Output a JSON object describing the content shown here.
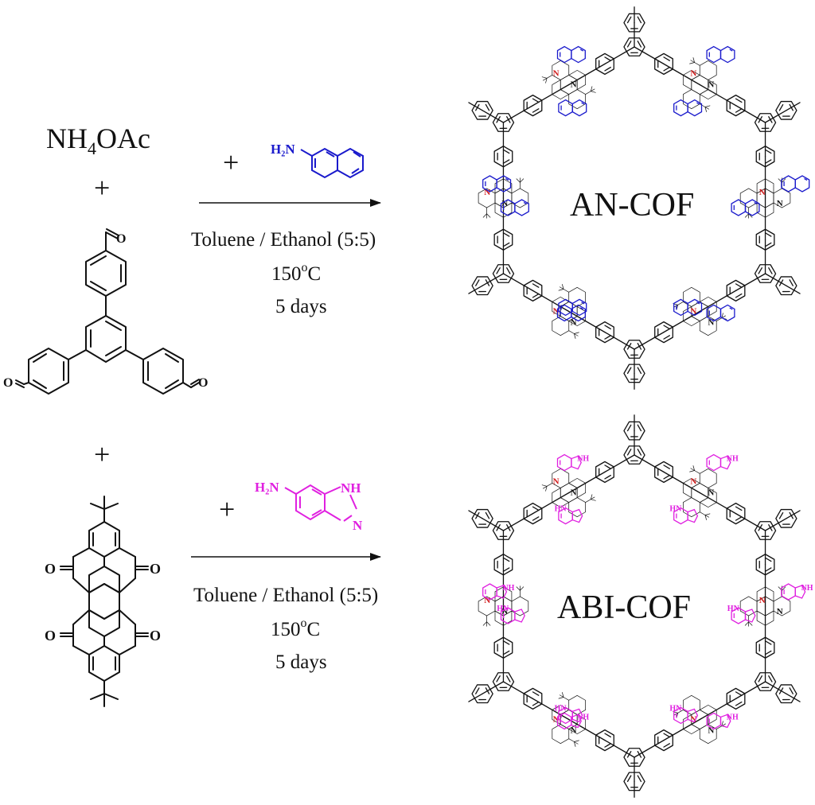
{
  "colors": {
    "ink": "#111111",
    "an_amine": "#1a1acc",
    "abi_amine": "#e020e0",
    "imidazole_n": "#d01818",
    "background": "#ffffff"
  },
  "reagents": {
    "ammonium_acetate": {
      "prefix": "NH",
      "subscript": "4",
      "suffix": "OAc"
    },
    "plus_1": "+",
    "plus_2": "+",
    "aldehyde_o": "O"
  },
  "reaction_an": {
    "plus": "+",
    "amine_label": "H₂N",
    "solvent": "Toluene / Ethanol (5:5)",
    "temperature": {
      "value": "150",
      "sup": "o",
      "unit": "C"
    },
    "time": "5 days",
    "product": "AN-COF"
  },
  "reaction_abi": {
    "plus": "+",
    "amine_label": "H₂N",
    "nh_label": "NH",
    "n_label": "N",
    "solvent": "Toluene / Ethanol (5:5)",
    "temperature": {
      "value": "150",
      "sup": "o",
      "unit": "C"
    },
    "time": "5 days",
    "product": "ABI-COF"
  },
  "tetraketone": {
    "o_label": "O"
  },
  "framework_labels": {
    "n": "N",
    "nh": "NH",
    "hn": "HN"
  }
}
